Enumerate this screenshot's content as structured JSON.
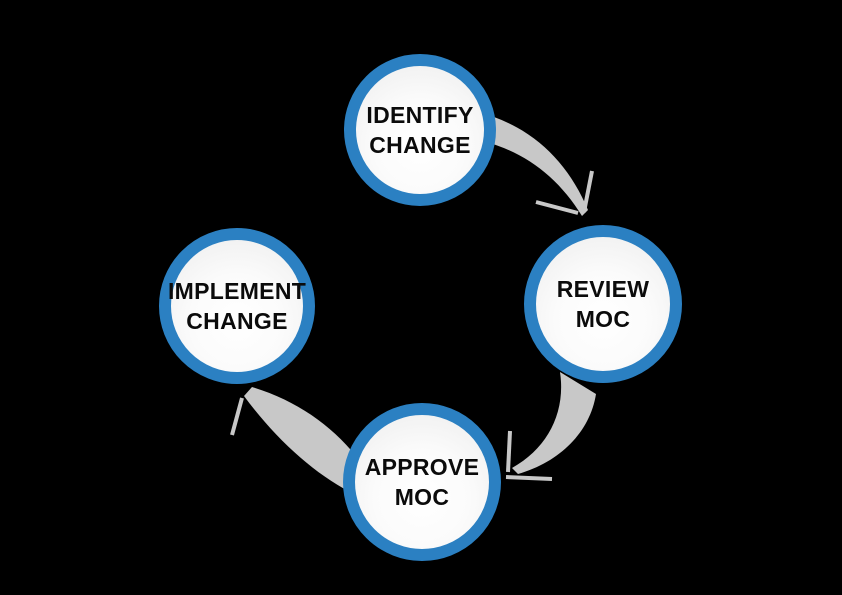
{
  "diagram": {
    "name": "moc-change-cycle",
    "colors": {
      "background": "#000000",
      "node_border": "#2b80c2",
      "node_fill": "#f4f4f4",
      "arrow": "#c8c8c8",
      "text": "#0b0b0b"
    },
    "nodes": [
      {
        "id": "identify-change",
        "line1": "IDENTIFY",
        "line2": "CHANGE",
        "position": "top"
      },
      {
        "id": "review-moc",
        "line1": "REVIEW",
        "line2": "MOC",
        "position": "right"
      },
      {
        "id": "approve-moc",
        "line1": "APPROVE",
        "line2": "MOC",
        "position": "bottom"
      },
      {
        "id": "implement-change",
        "line1": "IMPLEMENT",
        "line2": "CHANGE",
        "position": "left"
      }
    ],
    "arrows": [
      {
        "from": "identify-change",
        "to": "review-moc",
        "direction": "clockwise"
      },
      {
        "from": "review-moc",
        "to": "approve-moc",
        "direction": "clockwise"
      },
      {
        "from": "approve-moc",
        "to": "implement-change",
        "direction": "clockwise"
      }
    ]
  }
}
